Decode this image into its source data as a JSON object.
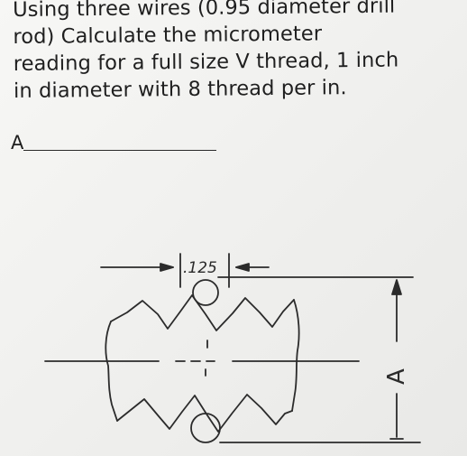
{
  "question": {
    "lines": [
      "Using three wires (0.95 diameter drill",
      "rod) Calculate the micrometer",
      "reading for a full size V thread, 1 inch",
      "in diameter with 8 thread per in."
    ]
  },
  "answer": {
    "label": "A"
  },
  "figure": {
    "pitch_label": ".125",
    "dimension_label": "A"
  }
}
